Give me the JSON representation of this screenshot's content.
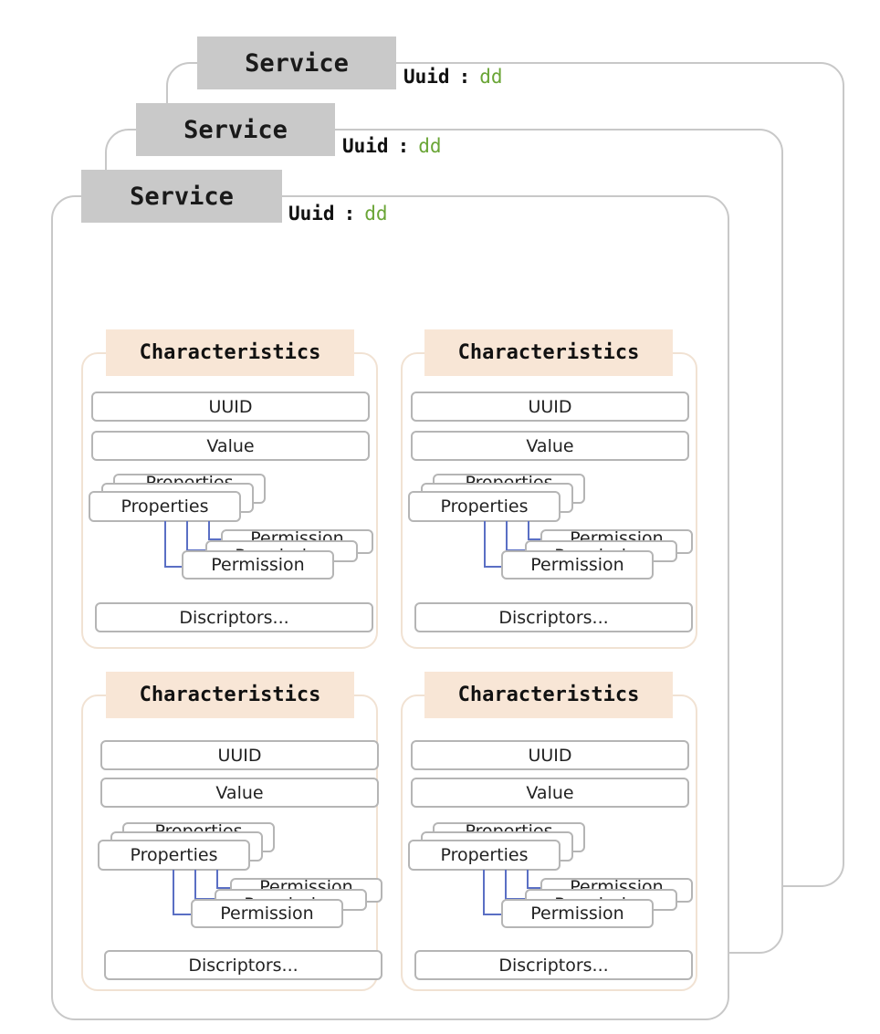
{
  "services": [
    {
      "title": "Service",
      "uuid_label": "Uuid",
      "uuid_sep": ":",
      "uuid_value": "dd"
    },
    {
      "title": "Service",
      "uuid_label": "Uuid",
      "uuid_sep": ":",
      "uuid_value": "dd"
    },
    {
      "title": "Service",
      "uuid_label": "Uuid",
      "uuid_sep": ":",
      "uuid_value": "dd"
    }
  ],
  "characteristics": [
    {
      "title": "Characteristics",
      "uuid": "UUID",
      "value": "Value",
      "properties": "Properties",
      "properties_back": "Properties",
      "permission": "Permission",
      "permission_mid": "Permission",
      "permission_back": "Permission",
      "descriptors": "Discriptors..."
    },
    {
      "title": "Characteristics",
      "uuid": "UUID",
      "value": "Value",
      "properties": "Properties",
      "properties_back": "Properties",
      "permission": "Permission",
      "permission_mid": "Permission",
      "permission_back": "Permission",
      "descriptors": "Discriptors..."
    },
    {
      "title": "Characteristics",
      "uuid": "UUID",
      "value": "Value",
      "properties": "Properties",
      "properties_back": "Properties",
      "permission": "Permission",
      "permission_mid": "Permission",
      "permission_back": "Permission",
      "descriptors": "Discriptors..."
    },
    {
      "title": "Characteristics",
      "uuid": "UUID",
      "value": "Value",
      "properties": "Properties",
      "properties_back": "Properties",
      "permission": "Permission",
      "permission_mid": "Permission",
      "permission_back": "Permission",
      "descriptors": "Discriptors..."
    }
  ],
  "colors": {
    "service_tab": "#c9c9c9",
    "service_border": "#c8c8c8",
    "characteristics_tab": "#f8e6d6",
    "characteristics_border": "#f1e2d3",
    "uuid_value": "#6aa536",
    "connector": "#5a6fc4"
  }
}
